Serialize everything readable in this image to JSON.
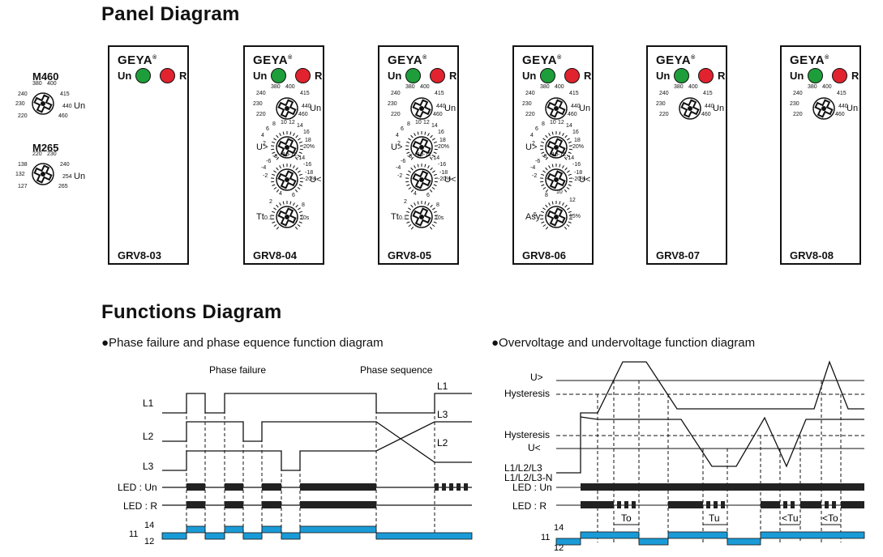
{
  "panel_section": {
    "title": "Panel Diagram",
    "side_dials": [
      {
        "name": "M460",
        "labels": [
          "380",
          "400",
          "240",
          "415",
          "230",
          "440",
          "220",
          "460"
        ],
        "unit": "Un"
      },
      {
        "name": "M265",
        "labels": [
          "220",
          "230",
          "138",
          "240",
          "132",
          "254",
          "127",
          "265"
        ],
        "unit": "Un"
      }
    ],
    "brand": "GEYA",
    "led_un": "Un",
    "led_r": "R",
    "colors": {
      "green": "#1e9e3a",
      "red": "#e0232e",
      "bar_blue": "#1a9bd7"
    },
    "un_dial": {
      "labels": [
        "380",
        "400",
        "240",
        "415",
        "230",
        "440",
        "220",
        "460"
      ],
      "unit": "Un"
    },
    "over_dial": {
      "prefix": "U>",
      "labels": [
        "8",
        "10",
        "12",
        "14",
        "6",
        "16",
        "4",
        "18",
        "2",
        "20%"
      ]
    },
    "under_dial": {
      "suffix": "U<",
      "labels": [
        "-8",
        "-10",
        "-12",
        "-14",
        "-6",
        "-16",
        "-4",
        "-18",
        "-2",
        "-20%"
      ]
    },
    "time_dial": {
      "prefix": "Tt",
      "labels": [
        "4",
        "6",
        "2",
        "8",
        "0.1",
        "10s"
      ]
    },
    "asy_dial": {
      "prefix": "Asy",
      "labels": [
        "8",
        "10",
        "12",
        "5",
        "15%"
      ]
    },
    "models": [
      "GRV8-03",
      "GRV8-04",
      "GRV8-05",
      "GRV8-06",
      "GRV8-07",
      "GRV8-08"
    ]
  },
  "functions_section": {
    "title": "Functions Diagram",
    "left": {
      "heading": "●Phase failure and phase equence function diagram",
      "phase_failure": "Phase failure",
      "phase_sequence": "Phase sequence",
      "rows": [
        "L1",
        "L2",
        "L3",
        "LED : Un",
        "LED : R"
      ],
      "right_labels": [
        "L1",
        "L3",
        "L2"
      ],
      "contact_11": "11",
      "contact_14": "14",
      "contact_12": "12"
    },
    "right": {
      "heading": "●Overvoltage and undervoltage function diagram",
      "rows": [
        "U>",
        "Hysteresis",
        "Hysteresis",
        "U<",
        "L1/L2/L3",
        "L1/L2/L3-N",
        "LED : Un",
        "LED : R"
      ],
      "times": [
        "To",
        "Tu",
        "<Tu",
        "<To"
      ],
      "contact_11": "11",
      "contact_14": "14",
      "contact_12": "12"
    }
  }
}
